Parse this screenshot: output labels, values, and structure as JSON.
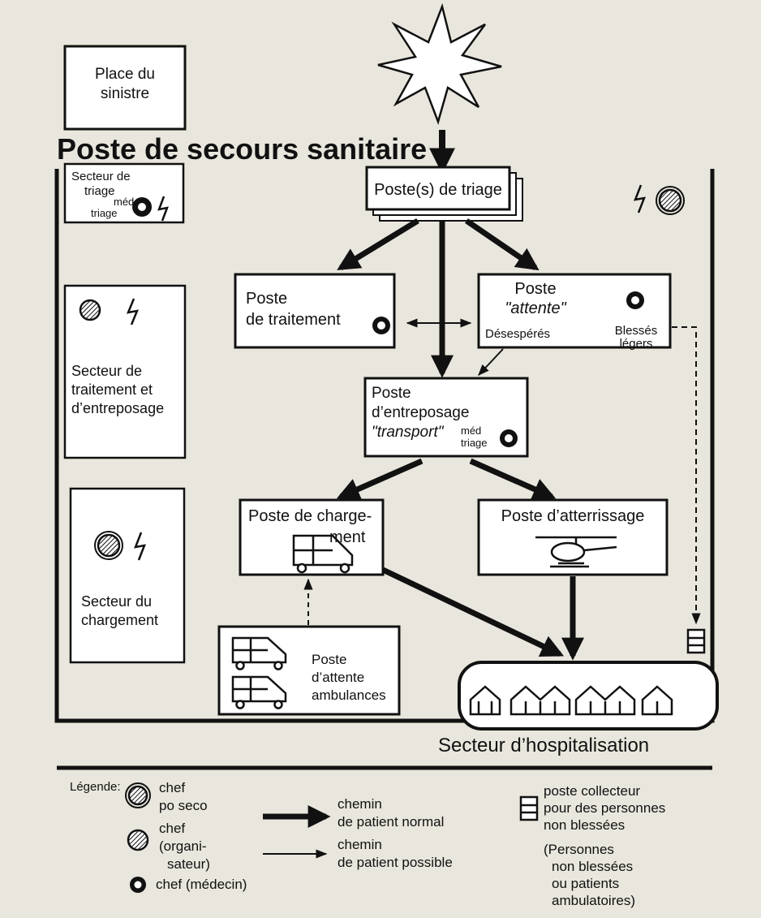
{
  "places": {
    "sinistre": [
      "Place du",
      "sinistre"
    ]
  },
  "main_title": "Poste de secours sanitaire",
  "sectors": {
    "triage": [
      "Secteur de",
      "triage",
      "méd",
      "triage"
    ],
    "traitement": [
      "Secteur de",
      "traitement et",
      "d’entreposage"
    ],
    "chargement": [
      "Secteur du",
      "chargement"
    ],
    "hospitalisation": "Secteur d’hospitalisation"
  },
  "posts": {
    "triage": "Poste(s) de triage",
    "traitement": [
      "Poste",
      "de traitement"
    ],
    "attente": [
      "Poste",
      "\"attente\"",
      "Désespérés",
      "Blessés",
      "légers"
    ],
    "entreposage": [
      "Poste",
      "d’entreposage",
      "\"transport\"",
      "méd",
      "triage"
    ],
    "chargement": [
      "Poste de charge-",
      "ment"
    ],
    "atterrissage": "Poste d’atterrissage",
    "ambulances": [
      "Poste",
      "d’attente",
      "ambulances"
    ]
  },
  "legend": {
    "title": "Légende:",
    "chef_po_seco": [
      "chef",
      "po seco"
    ],
    "chef_organisateur": [
      "chef",
      "(organi-",
      "sateur)"
    ],
    "chef_medecin": "chef (médecin)",
    "chemin_normal": [
      "chemin",
      "de patient normal"
    ],
    "chemin_possible": [
      "chemin",
      "de patient possible"
    ],
    "poste_collecteur": [
      "poste collecteur",
      "pour des personnes",
      "non blessées"
    ],
    "personnes": [
      "(Personnes",
      "non blessées",
      "ou patients",
      "ambulatoires)"
    ]
  },
  "colors": {
    "ink": "#111111",
    "paper": "#ffffff",
    "page": "#e9e6dd"
  }
}
